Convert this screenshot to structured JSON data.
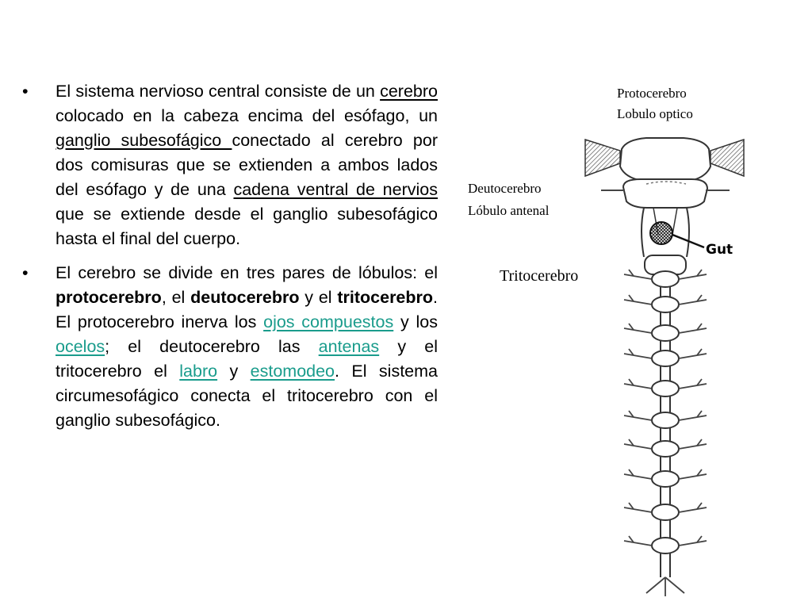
{
  "bullets": [
    {
      "parts": [
        {
          "t": "El sistema nervioso central consiste de un "
        },
        {
          "t": "cerebro",
          "s": "u"
        },
        {
          "t": " colocado en la cabeza encima del esófago, un "
        },
        {
          "t": "ganglio subesofágico ",
          "s": "u"
        },
        {
          "t": "conectado al cerebro por dos comisuras que se extienden a ambos lados del esófago y de una "
        },
        {
          "t": "cadena ventral de nervios",
          "s": "u"
        },
        {
          "t": " que se extiende desde el ganglio subesofágico hasta el final del cuerpo."
        }
      ]
    },
    {
      "parts": [
        {
          "t": "El cerebro se divide en tres pares de lóbulos: el "
        },
        {
          "t": "protocerebro",
          "s": "b"
        },
        {
          "t": ", el "
        },
        {
          "t": "deutocerebro",
          "s": "b"
        },
        {
          "t": " y el "
        },
        {
          "t": "tritocerebro",
          "s": "b"
        },
        {
          "t": ". El protocerebro inerva los "
        },
        {
          "t": "ojos compuestos",
          "s": "link"
        },
        {
          "t": " y los "
        },
        {
          "t": "ocelos",
          "s": "link"
        },
        {
          "t": "; el deutocerebro las "
        },
        {
          "t": "antenas",
          "s": "link"
        },
        {
          "t": " y el tritocerebro el "
        },
        {
          "t": "labro",
          "s": "link"
        },
        {
          "t": " y "
        },
        {
          "t": "estomodeo",
          "s": "link"
        },
        {
          "t": ". El sistema circumesofágico conecta el tritocerebro con el ganglio subesofágico."
        }
      ]
    }
  ],
  "bullet_symbol": "•",
  "diagram": {
    "protocerebro_line1": "Protocerebro",
    "protocerebro_line2": "Lobulo optico",
    "deutocerebro_line1": "Deutocerebro",
    "deutocerebro_line2": "Lóbulo antenal",
    "tritocerebro": "Tritocerebro",
    "gut": "Gut"
  },
  "colors": {
    "text": "#000000",
    "link": "#1a9c8c",
    "background": "#ffffff"
  }
}
